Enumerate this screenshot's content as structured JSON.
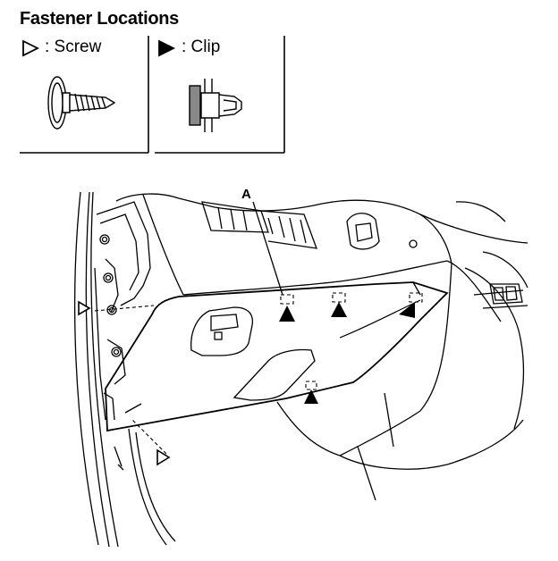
{
  "title": "Fastener Locations",
  "legend": {
    "screw_label": ": Screw",
    "clip_label": ": Clip"
  },
  "callouts": {
    "a": "A"
  }
}
